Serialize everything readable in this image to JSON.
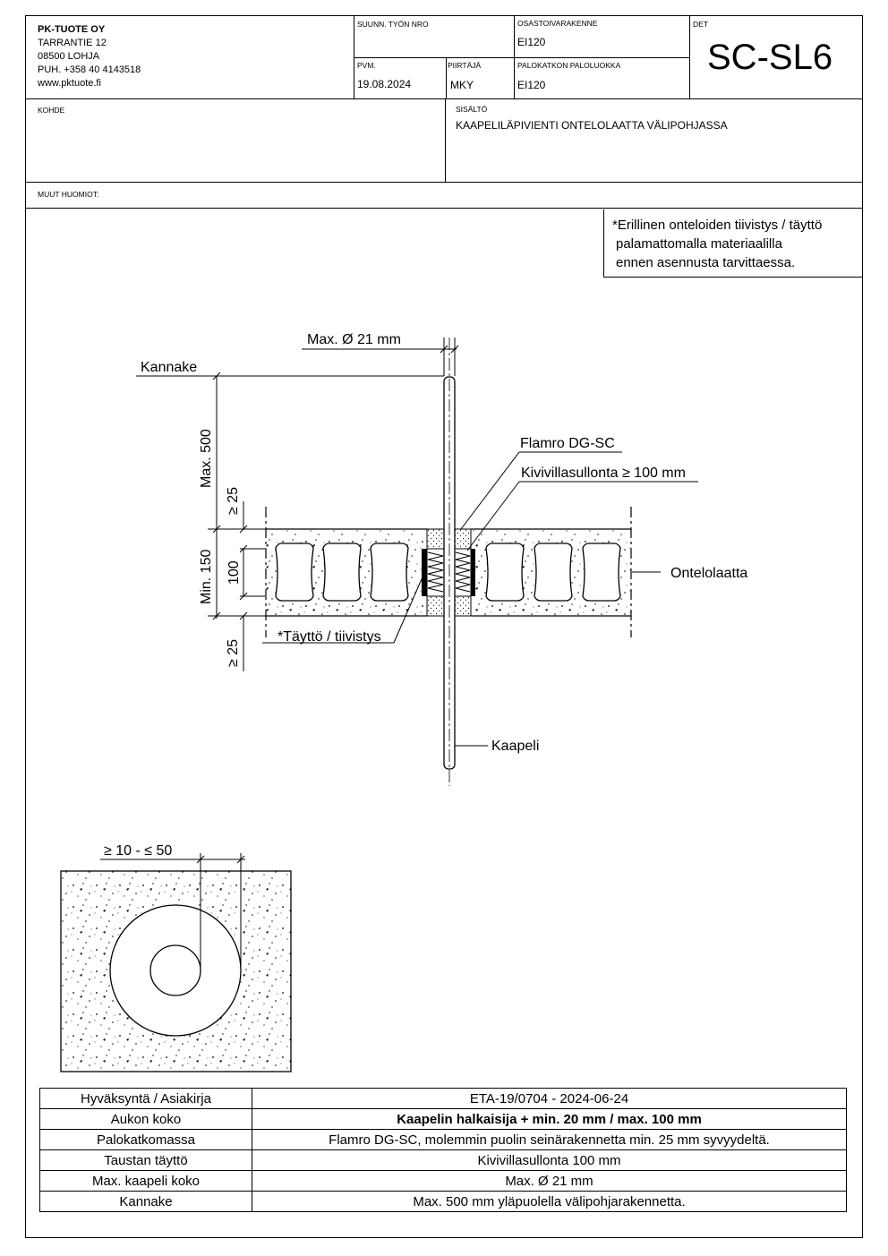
{
  "company": {
    "name": "PK-TUOTE OY",
    "street": "TARRANTIE 12",
    "city": "08500 LOHJA",
    "phone": "PUH. +358 40 4143518",
    "web": "www.pktuote.fi"
  },
  "title_block": {
    "work_no_label": "SUUNN. TYÖN NRO",
    "work_no_value": "",
    "structure_label": "OSASTOIVARAKENNE",
    "structure_value": "EI120",
    "det_label": "DET",
    "det_value": "SC-SL6",
    "date_label": "PVM.",
    "date_value": "19.08.2024",
    "drawer_label": "PIIRTÄJÄ",
    "drawer_value": "MKY",
    "fire_class_label": "PALOKATKON PALOLUOKKA",
    "fire_class_value": "EI120",
    "target_label": "KOHDE",
    "content_label": "SISÄLTÖ",
    "content_value": "KAAPELILÄPIVIENTI ONTELOLAATTA VÄLIPOHJASSA",
    "notes_label": "MUUT HUOMIOT:"
  },
  "note_box": {
    "line1": "*Erillinen onteloiden tiivistys / täyttö",
    "line2": "palamattomalla materiaalilla",
    "line3": "ennen asennusta tarvittaessa."
  },
  "drawing": {
    "max_diameter": "Max. Ø 21 mm",
    "kannake": "Kannake",
    "max_500": "Max. 500",
    "ge_25_top": "≥ 25",
    "min_150": "Min. 150",
    "dim_100": "100",
    "ge_25_bottom": "≥ 25",
    "flamro": "Flamro DG-SC",
    "kivivilla": "Kivivillasullonta ≥ 100 mm",
    "ontelolaatta": "Ontelolaatta",
    "tayttö": "*Täyttö / tiivistys",
    "kaapeli": "Kaapeli",
    "gap_range": "≥ 10 - ≤ 50"
  },
  "spec_table": [
    {
      "key": "Hyväksyntä / Asiakirja",
      "value": "ETA-19/0704 - 2024-06-24",
      "bold": false
    },
    {
      "key": "Aukon koko",
      "value": "Kaapelin halkaisija + min. 20 mm / max. 100 mm",
      "bold": true
    },
    {
      "key": "Palokatkomassa",
      "value": "Flamro DG-SC, molemmin puolin seinärakennetta min. 25 mm syvyydeltä.",
      "bold": false
    },
    {
      "key": "Taustan täyttö",
      "value": "Kivivillasullonta 100 mm",
      "bold": false
    },
    {
      "key": "Max. kaapeli koko",
      "value": "Max. Ø 21 mm",
      "bold": false
    },
    {
      "key": "Kannake",
      "value": "Max. 500 mm yläpuolella välipohjarakennetta.",
      "bold": false
    }
  ]
}
